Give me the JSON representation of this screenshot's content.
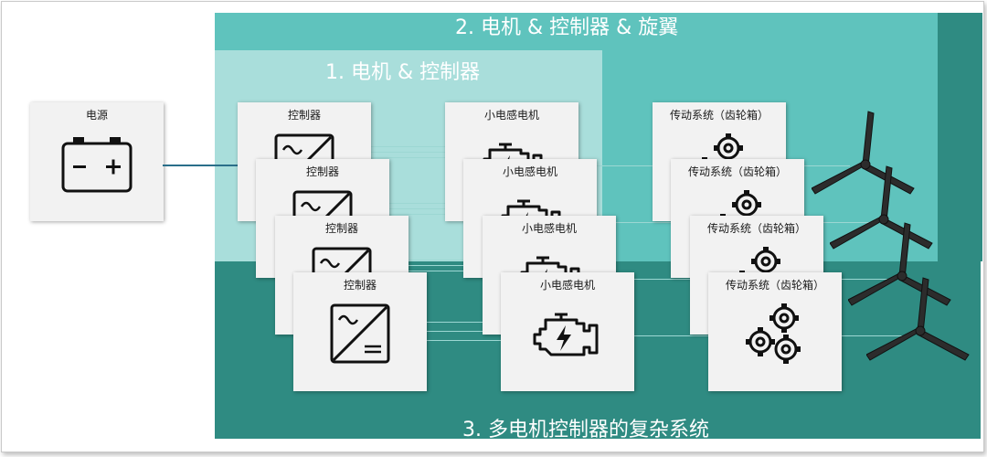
{
  "regions": {
    "outer_title": "2. 电机 & 控制器 & 旋翼",
    "inner_title": "1. 电机 & 控制器",
    "bottom_title": "3. 多电机控制器的复杂系统"
  },
  "power": {
    "label": "电源"
  },
  "controllers": [
    {
      "label": "控制器"
    },
    {
      "label": "控制器"
    },
    {
      "label": "控制器"
    },
    {
      "label": "控制器"
    }
  ],
  "motors": [
    {
      "label": "小电感电机"
    },
    {
      "label": "小电感电机"
    },
    {
      "label": "小电感电机"
    },
    {
      "label": "小电感电机"
    }
  ],
  "gearboxes": [
    {
      "label": "传动系统（齿轮箱）"
    },
    {
      "label": "传动系统（齿轮箱）"
    },
    {
      "label": "传动系统（齿轮箱）"
    },
    {
      "label": "传动系统（齿轮箱）"
    }
  ],
  "icons": {
    "power": "battery-icon",
    "controller": "inverter-icon",
    "motor": "motor-icon",
    "gearbox": "gears-icon",
    "rotor": "propeller-icon"
  },
  "colors": {
    "outer_region": "#5fc3bd",
    "inner_region": "#a9dedb",
    "bottom_region": "#2f8b82",
    "card": "#f2f2f2"
  }
}
